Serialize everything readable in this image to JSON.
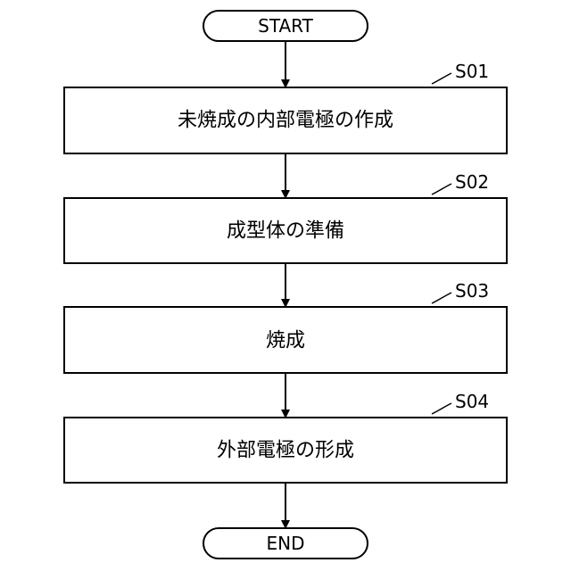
{
  "flowchart": {
    "start": "START",
    "end": "END",
    "steps": [
      {
        "id": "S01",
        "label": "未焼成の内部電極の作成"
      },
      {
        "id": "S02",
        "label": "成型体の準備"
      },
      {
        "id": "S03",
        "label": "焼成"
      },
      {
        "id": "S04",
        "label": "外部電極の形成"
      }
    ]
  }
}
